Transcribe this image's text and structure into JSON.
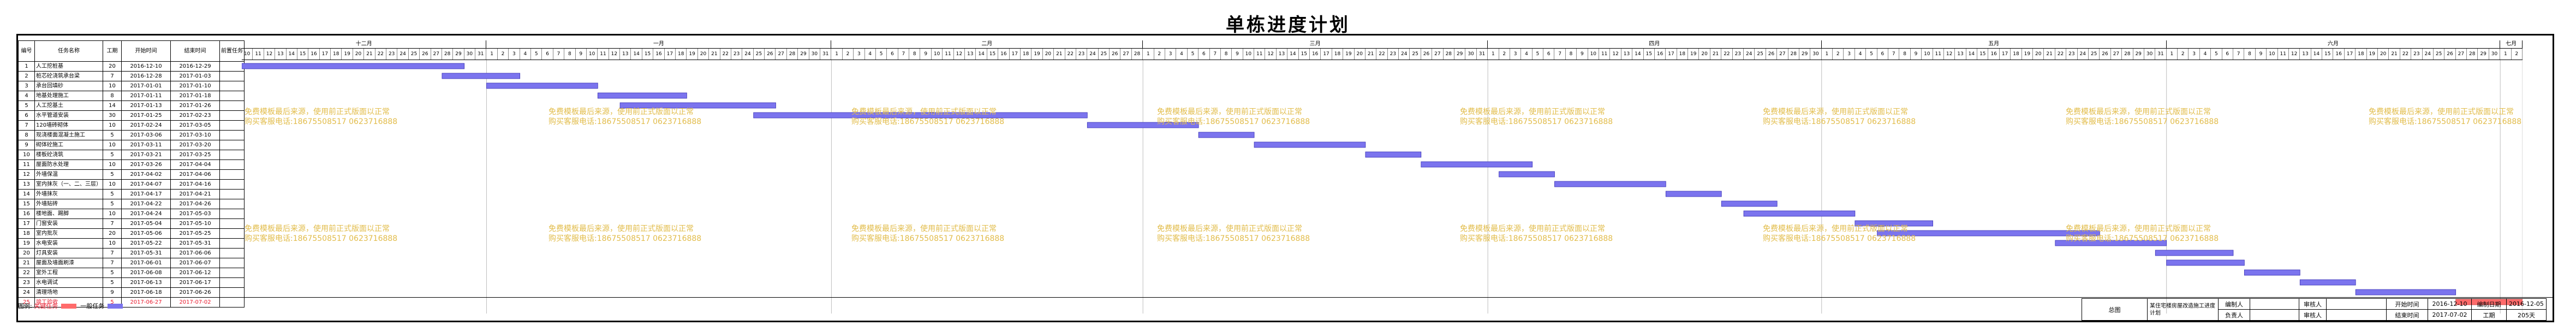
{
  "title": "单栋进度计划",
  "table": {
    "headers": [
      "编号",
      "任务名称",
      "工期",
      "开始时间",
      "结束时间",
      "前置任务"
    ],
    "rows": [
      {
        "id": "1",
        "name": "人工挖桩基",
        "dur": "20",
        "start": "2016-12-10",
        "end": "2016-12-29",
        "pre": "",
        "crit": false
      },
      {
        "id": "2",
        "name": "桩芯砼浇筑承台梁",
        "dur": "7",
        "start": "2016-12-28",
        "end": "2017-01-03",
        "pre": "",
        "crit": false
      },
      {
        "id": "3",
        "name": "承台回填砂",
        "dur": "10",
        "start": "2017-01-01",
        "end": "2017-01-10",
        "pre": "",
        "crit": false
      },
      {
        "id": "4",
        "name": "地基处理施工",
        "dur": "8",
        "start": "2017-01-11",
        "end": "2017-01-18",
        "pre": "",
        "crit": false
      },
      {
        "id": "5",
        "name": "人工挖基土",
        "dur": "14",
        "start": "2017-01-13",
        "end": "2017-01-26",
        "pre": "",
        "crit": false
      },
      {
        "id": "6",
        "name": "水平管道安装",
        "dur": "30",
        "start": "2017-01-25",
        "end": "2017-02-23",
        "pre": "",
        "crit": false
      },
      {
        "id": "7",
        "name": "120墙砖砌体",
        "dur": "10",
        "start": "2017-02-24",
        "end": "2017-03-05",
        "pre": "",
        "crit": false
      },
      {
        "id": "8",
        "name": "现浇楼面混凝土施工",
        "dur": "5",
        "start": "2017-03-06",
        "end": "2017-03-10",
        "pre": "",
        "crit": false
      },
      {
        "id": "9",
        "name": "砌体砼施工",
        "dur": "10",
        "start": "2017-03-11",
        "end": "2017-03-20",
        "pre": "",
        "crit": false
      },
      {
        "id": "10",
        "name": "楼板砼浇筑",
        "dur": "5",
        "start": "2017-03-21",
        "end": "2017-03-25",
        "pre": "",
        "crit": false
      },
      {
        "id": "11",
        "name": "屋面防水处理",
        "dur": "10",
        "start": "2017-03-26",
        "end": "2017-04-04",
        "pre": "",
        "crit": false
      },
      {
        "id": "12",
        "name": "外墙保温",
        "dur": "5",
        "start": "2017-04-02",
        "end": "2017-04-06",
        "pre": "",
        "crit": false
      },
      {
        "id": "13",
        "name": "室内抹灰（一、二、三层）",
        "dur": "10",
        "start": "2017-04-07",
        "end": "2017-04-16",
        "pre": "",
        "crit": false
      },
      {
        "id": "14",
        "name": "外墙抹灰",
        "dur": "5",
        "start": "2017-04-17",
        "end": "2017-04-21",
        "pre": "",
        "crit": false
      },
      {
        "id": "15",
        "name": "外墙贴砖",
        "dur": "5",
        "start": "2017-04-22",
        "end": "2017-04-26",
        "pre": "",
        "crit": false
      },
      {
        "id": "16",
        "name": "楼地面、踢脚",
        "dur": "10",
        "start": "2017-04-24",
        "end": "2017-05-03",
        "pre": "",
        "crit": false
      },
      {
        "id": "17",
        "name": "门窗安装",
        "dur": "7",
        "start": "2017-05-04",
        "end": "2017-05-10",
        "pre": "",
        "crit": false
      },
      {
        "id": "18",
        "name": "室内批灰",
        "dur": "20",
        "start": "2017-05-06",
        "end": "2017-05-25",
        "pre": "",
        "crit": false
      },
      {
        "id": "19",
        "name": "水电安装",
        "dur": "10",
        "start": "2017-05-22",
        "end": "2017-05-31",
        "pre": "",
        "crit": false
      },
      {
        "id": "20",
        "name": "灯具安装",
        "dur": "7",
        "start": "2017-05-31",
        "end": "2017-06-06",
        "pre": "",
        "crit": false
      },
      {
        "id": "21",
        "name": "屋面及墙面刷漆",
        "dur": "7",
        "start": "2017-06-01",
        "end": "2017-06-07",
        "pre": "",
        "crit": false
      },
      {
        "id": "22",
        "name": "室外工程",
        "dur": "5",
        "start": "2017-06-08",
        "end": "2017-06-12",
        "pre": "",
        "crit": false
      },
      {
        "id": "23",
        "name": "水电调试",
        "dur": "5",
        "start": "2017-06-13",
        "end": "2017-06-17",
        "pre": "",
        "crit": false
      },
      {
        "id": "24",
        "name": "清理场地",
        "dur": "9",
        "start": "2017-06-18",
        "end": "2017-06-26",
        "pre": "",
        "crit": false
      },
      {
        "id": "25",
        "name": "竣工验收",
        "dur": "5",
        "start": "2017-06-27",
        "end": "2017-07-02",
        "pre": "",
        "crit": true
      }
    ]
  },
  "watermark": {
    "line1": "免费模板最后来源，使用前正式版面以正常",
    "line2": "购买客服电话:18675508517 0623716888"
  },
  "legend": {
    "label": "图例:",
    "critical_label": "关键任务",
    "normal_label": "一般任务",
    "critical_color": "#ff6b6b",
    "normal_color": "#7b74ee"
  },
  "info": {
    "chart_label": "总图",
    "project_name": "某住宅楼房屋改造施工进度计划",
    "prepared_by_label": "编制人",
    "reviewer_label": "审核人",
    "responsible_label": "负责人",
    "approver_label": "审核人",
    "start_label": "开始时间",
    "start_value": "2016-12-10",
    "end_label": "结束时间",
    "end_value": "2017-07-02",
    "prepared_date_label": "编制日期",
    "prepared_date_value": "2016-12-05",
    "duration_label": "工期",
    "duration_value": "205天"
  },
  "chart_data": {
    "type": "gantt",
    "timeline_start": "2016-12-10",
    "timeline_end": "2017-07-02",
    "months": [
      {
        "label": "十二月",
        "year": 2016,
        "month": 12,
        "first_day": 10,
        "days": 22
      },
      {
        "label": "一月",
        "year": 2017,
        "month": 1,
        "first_day": 1,
        "days": 31
      },
      {
        "label": "二月",
        "year": 2017,
        "month": 2,
        "first_day": 1,
        "days": 28
      },
      {
        "label": "三月",
        "year": 2017,
        "month": 3,
        "first_day": 1,
        "days": 31
      },
      {
        "label": "四月",
        "year": 2017,
        "month": 4,
        "first_day": 1,
        "days": 30
      },
      {
        "label": "五月",
        "year": 2017,
        "month": 5,
        "first_day": 1,
        "days": 31
      },
      {
        "label": "六月",
        "year": 2017,
        "month": 6,
        "first_day": 1,
        "days": 30
      },
      {
        "label": "七月",
        "year": 2017,
        "month": 7,
        "first_day": 1,
        "days": 2
      }
    ],
    "grid": true,
    "legend_position": "bottom-left"
  }
}
